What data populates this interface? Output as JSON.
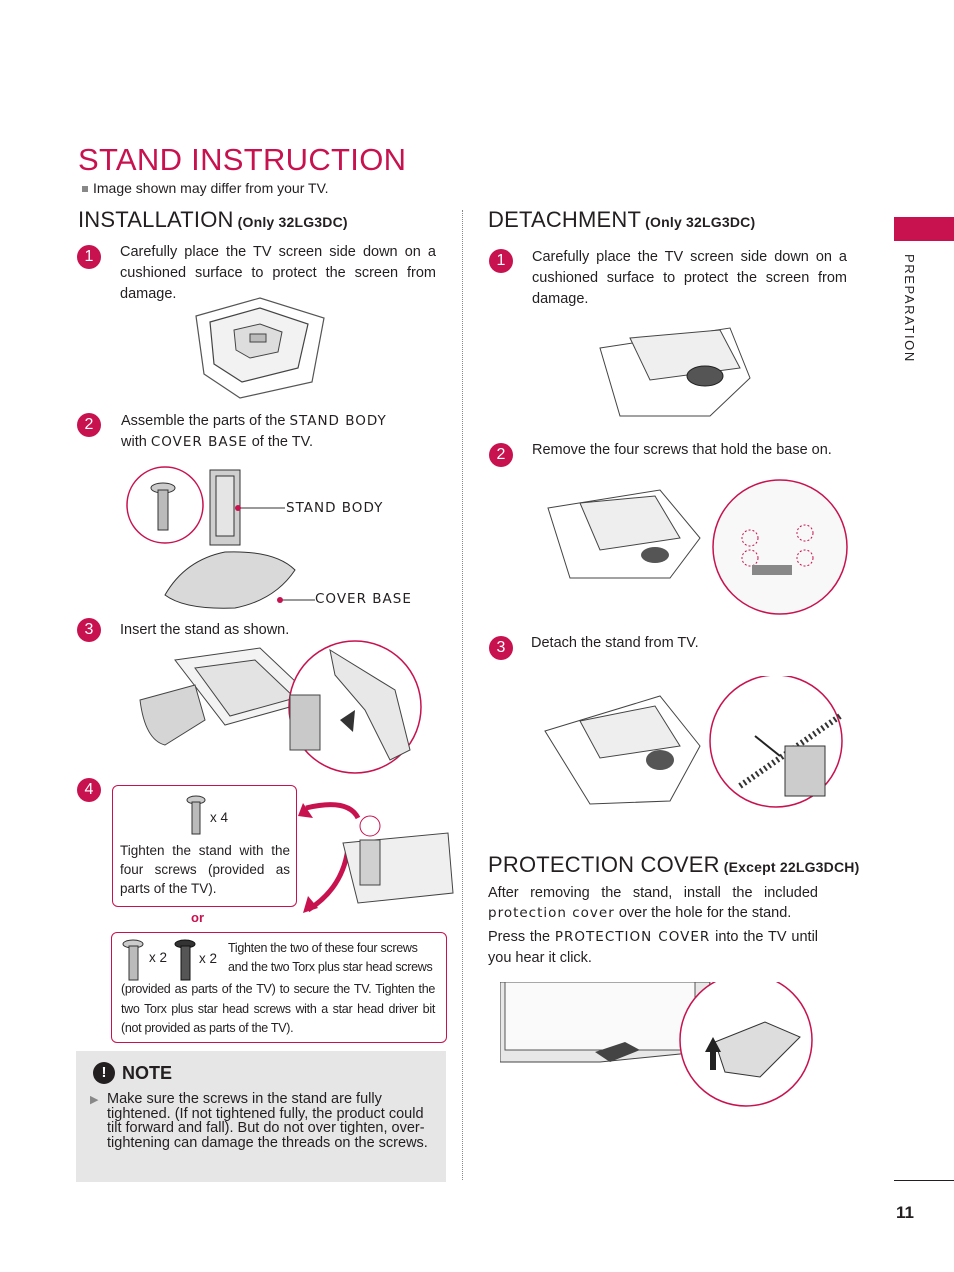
{
  "page": {
    "title": "STAND INSTRUCTION",
    "subnote": "Image shown may differ from your TV.",
    "side_label": "PREPARATION",
    "page_number": "11"
  },
  "installation": {
    "heading": "INSTALLATION",
    "qualifier": "(Only 32LG3DC)",
    "steps": [
      {
        "num": "1",
        "text": "Carefully place the TV screen side down on a cushioned surface to protect the screen from damage."
      },
      {
        "num": "2",
        "text_pre": "Assemble the parts of the",
        "term1": "STAND BODY",
        "text_mid": "with",
        "term2": "COVER BASE",
        "text_post": "of the TV."
      },
      {
        "num": "3",
        "text": "Insert the stand as shown."
      },
      {
        "num": "4",
        "text": "Tighten the stand with the four screws (provided as parts of the TV)."
      }
    ],
    "callout_stand_body": "STAND BODY",
    "callout_cover_base": "COVER BASE",
    "screw_count_4": "x 4",
    "or_label": "or",
    "screw_count_2a": "x 2",
    "screw_count_2b": "x 2",
    "alt_text_top": "Tighten the two of these four screws and the two Torx plus star head screws",
    "alt_text_bottom": "(provided as parts of the TV) to secure the TV.  Tighten the two Torx plus star head screws with a star head driver bit (not provided as parts of the TV)."
  },
  "note": {
    "icon": "!",
    "title": "NOTE",
    "text": "Make sure the screws in the stand are fully tightened. (If not tightened fully, the product could tilt forward and fall). But do not over tighten, over-tightening can damage the threads on the screws."
  },
  "detachment": {
    "heading": "DETACHMENT",
    "qualifier": "(Only 32LG3DC)",
    "steps": [
      {
        "num": "1",
        "text": "Carefully place the TV screen side down on a cushioned surface to protect the screen from damage."
      },
      {
        "num": "2",
        "text": "Remove the four screws that hold the base on."
      },
      {
        "num": "3",
        "text": "Detach the stand from TV."
      }
    ]
  },
  "protection": {
    "heading": "PROTECTION COVER",
    "qualifier": "(Except 22LG3DCH)",
    "para1_pre": "After removing the stand, install the included",
    "para1_term": "protection cover",
    "para1_post": "over the hole for the stand.",
    "para2_pre": "Press the",
    "para2_term": "PROTECTION COVER",
    "para2_post": "into the TV until you hear it click."
  },
  "colors": {
    "accent": "#c8124f",
    "note_bg": "#e6e6e7",
    "text": "#231f20"
  }
}
